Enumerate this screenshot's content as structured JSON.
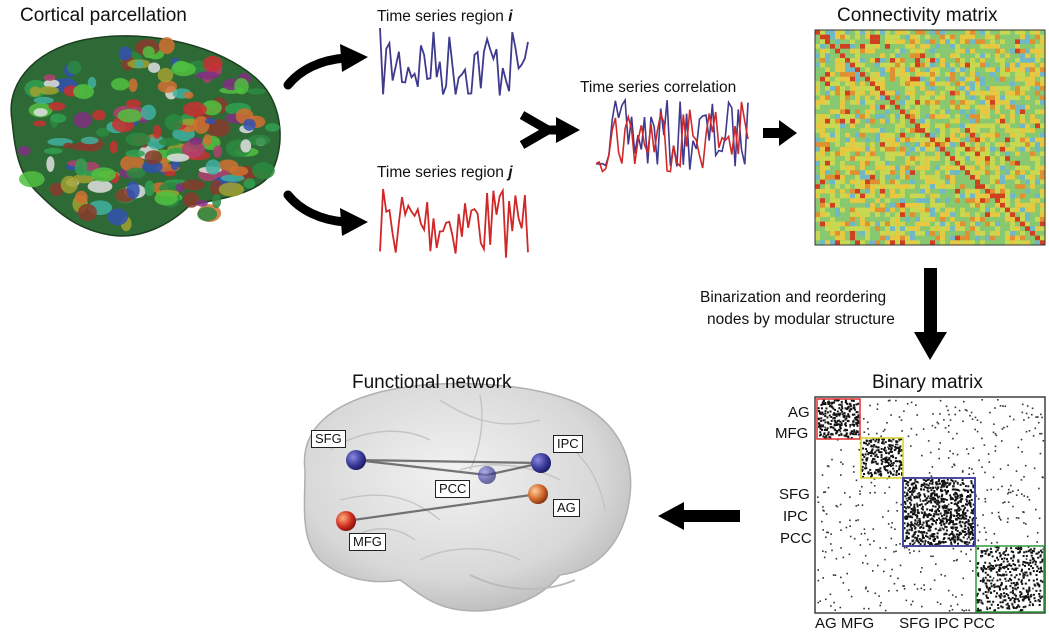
{
  "titles": {
    "cortical": "Cortical parcellation",
    "connectivity": "Connectivity matrix",
    "functional": "Functional network",
    "binary": "Binary matrix"
  },
  "timeseries": {
    "region_i_prefix": "Time series region ",
    "region_i_var": "i",
    "region_j_prefix": "Time series region ",
    "region_j_var": "j",
    "correlation": "Time series correlation"
  },
  "binarization": {
    "line1": "Binarization and reordering",
    "line2": "nodes by modular structure"
  },
  "binary_matrix": {
    "row_labels_top": [
      "AG",
      "MFG"
    ],
    "row_labels_mid": [
      "SFG",
      "IPC",
      "PCC"
    ],
    "col_labels": "AG MFG      SFG IPC PCC",
    "module_colors": [
      "#e03030",
      "#d8d020",
      "#4a4aa0",
      "#2e9a3a"
    ]
  },
  "network_nodes": [
    {
      "label": "SFG",
      "color": "#3a3a9a"
    },
    {
      "label": "IPC",
      "color": "#3a3a9a"
    },
    {
      "label": "PCC",
      "color": "#6a6ab8"
    },
    {
      "label": "AG",
      "color": "#d0682a"
    },
    {
      "label": "MFG",
      "color": "#d03020"
    }
  ],
  "colors": {
    "series_i": "#3e3a8e",
    "series_j": "#d02828",
    "arrow": "#000000"
  }
}
